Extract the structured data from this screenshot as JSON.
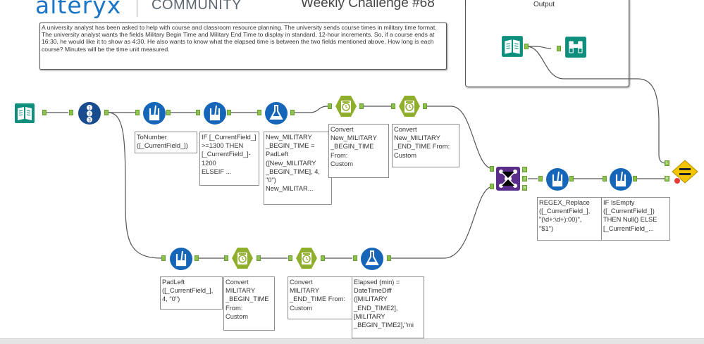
{
  "header": {
    "logo": "alteryx",
    "community": "COMMUNITY",
    "challenge": "Weekly Challenge #68"
  },
  "description": "A university analyst has been asked to help with course and classroom resource planning. The university sends course times in military time format. The university analyst wants the fields Military Begin Time and Military End Time to display in standard, 12-hour increments. So, if a course ends at 16:30, he would like it to show as 4:30. He also wants to know what the elapsed time is between the two fields mentioned above. How long is each course? Minutes will be the time unit measured.",
  "output_container": {
    "title": "Output"
  },
  "annotations": {
    "tonumber": "ToNumber\n([_CurrentField_])",
    "if_1300": "IF [_CurrentField_]\n>=1300 THEN\n[_CurrentField_]-\n1200\nELSEIF ...",
    "padleft_new": "New_MILITARY\n_BEGIN_TIME =\nPadLeft\n([New_MILITARY\n_BEGIN_TIME], 4,\n\"0\")\nNew_MILITAR...",
    "convert_new_begin": "Convert\nNew_MILITARY\n_BEGIN_TIME\nFrom:\nCustom",
    "convert_new_end": "Convert\nNew_MILITARY\n_END_TIME From:\nCustom",
    "padleft": "PadLeft\n([_CurrentField_],\n4, \"0\")",
    "convert_begin": "Convert\nMILITARY\n_BEGIN_TIME\nFrom:\nCustom",
    "convert_end": "Convert\nMILITARY\n_END_TIME From:\nCustom",
    "elapsed": "Elapsed (min) =\nDateTimeDiff\n([MILITARY\n_END_TIME2],\n[MILITARY\n_BEGIN_TIME2],\"mi",
    "regex": "REGEX_Replace\n([_CurrentField_],\n\"(\\d+:\\d+):00)\",\n\"$1\")",
    "isempty": "IF IsEmpty\n([_CurrentField_])\nTHEN Null() ELSE\n[_CurrentField_..."
  },
  "anchor_labels": {
    "join_left": "L",
    "join_join": "J",
    "join_right": "R",
    "compare_left": "L",
    "compare_right": "R"
  },
  "colors": {
    "input": "#0e8f7e",
    "formula": "#1565b8",
    "record_id": "#184c8f",
    "datetime": "#8fae2c",
    "join": "#5b2d8a",
    "browse": "#0e8f7e",
    "compare": "#f2c500",
    "anchor": "#8bc34a"
  },
  "icons": {
    "input": "book-icon",
    "browse": "binoculars-icon",
    "record_id": "numbered-list-icon",
    "formula": "beaker-icon",
    "multi_field_formula": "flask-icon",
    "datetime": "clock-icon",
    "join": "join-nodes-icon",
    "compare": "equals-diamond-icon"
  }
}
